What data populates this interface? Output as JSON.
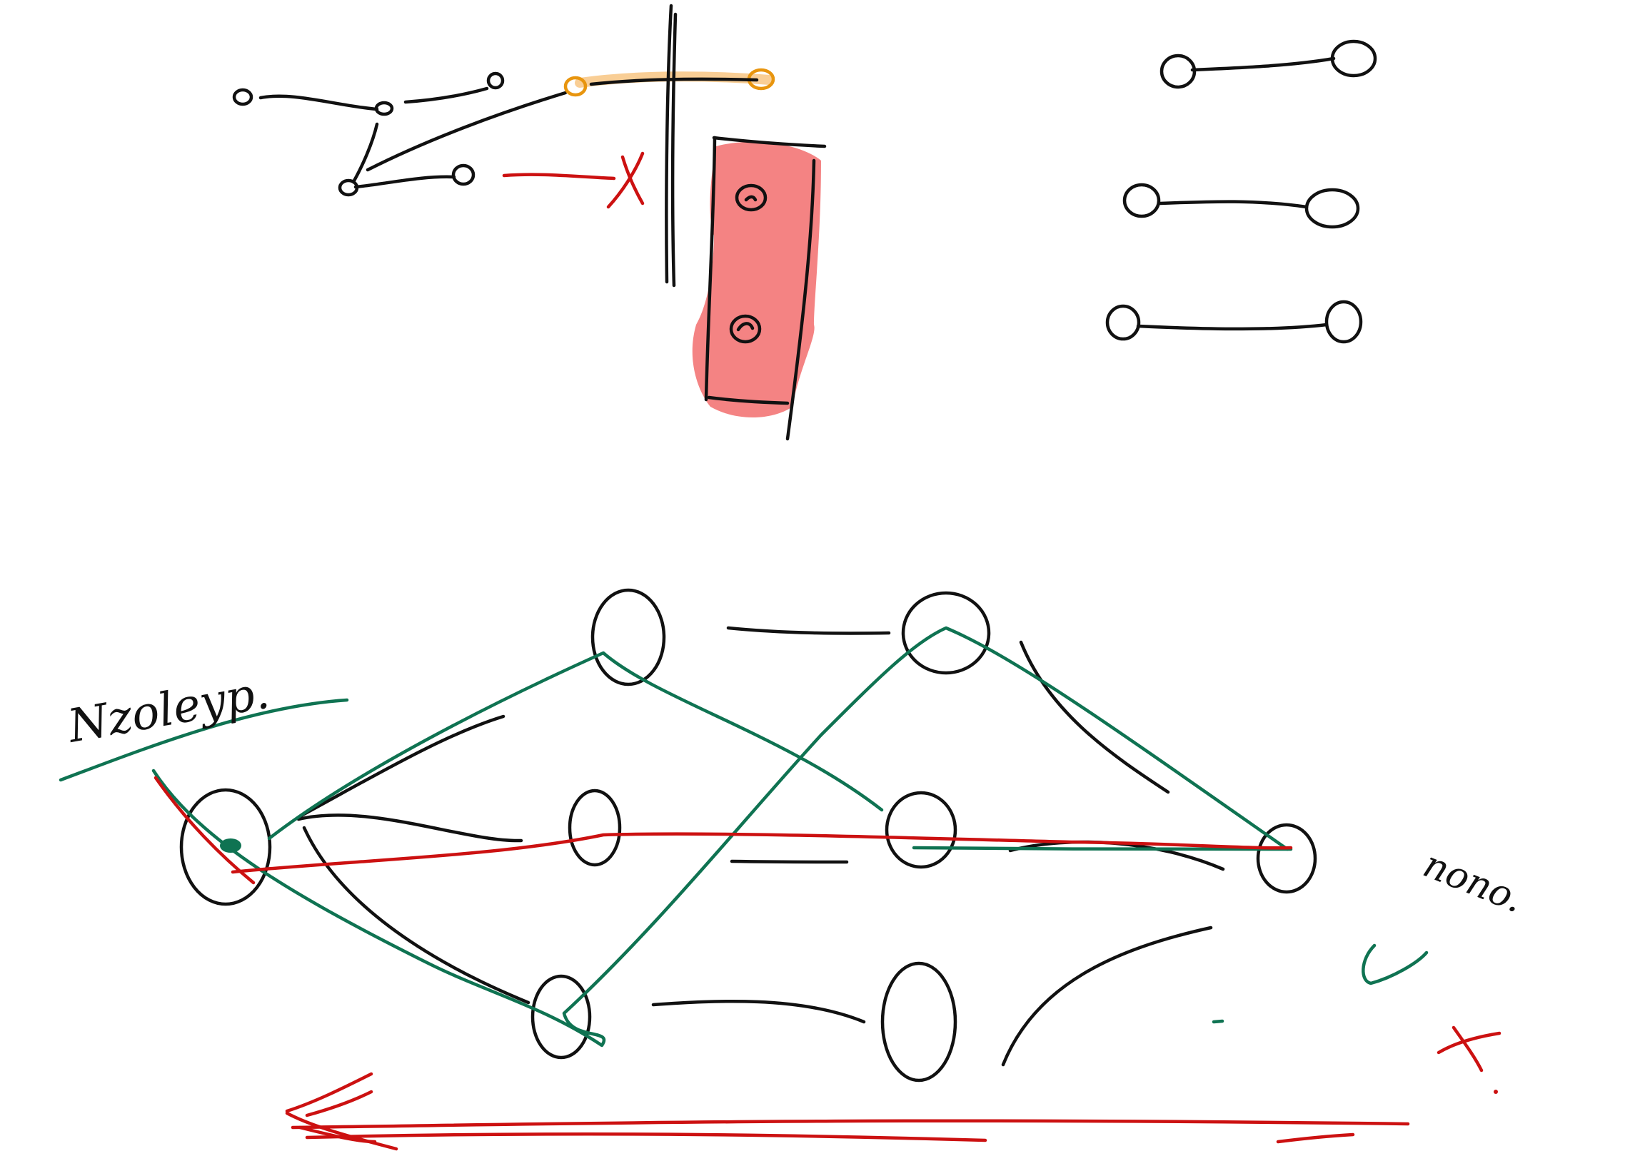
{
  "colors": {
    "background": "#ffffff",
    "ink": "#111111",
    "green": "#0f7352",
    "red": "#cc1111",
    "orange": "#e8950e",
    "highlight_red": "#f26d6d",
    "highlight_orange": "#f7c27a"
  },
  "annotations": {
    "left_word": "Nzoleyp.",
    "right_word": "nono.",
    "check_mark": "✓",
    "cross_red_top": "X",
    "cross_red_bottom": "x"
  }
}
